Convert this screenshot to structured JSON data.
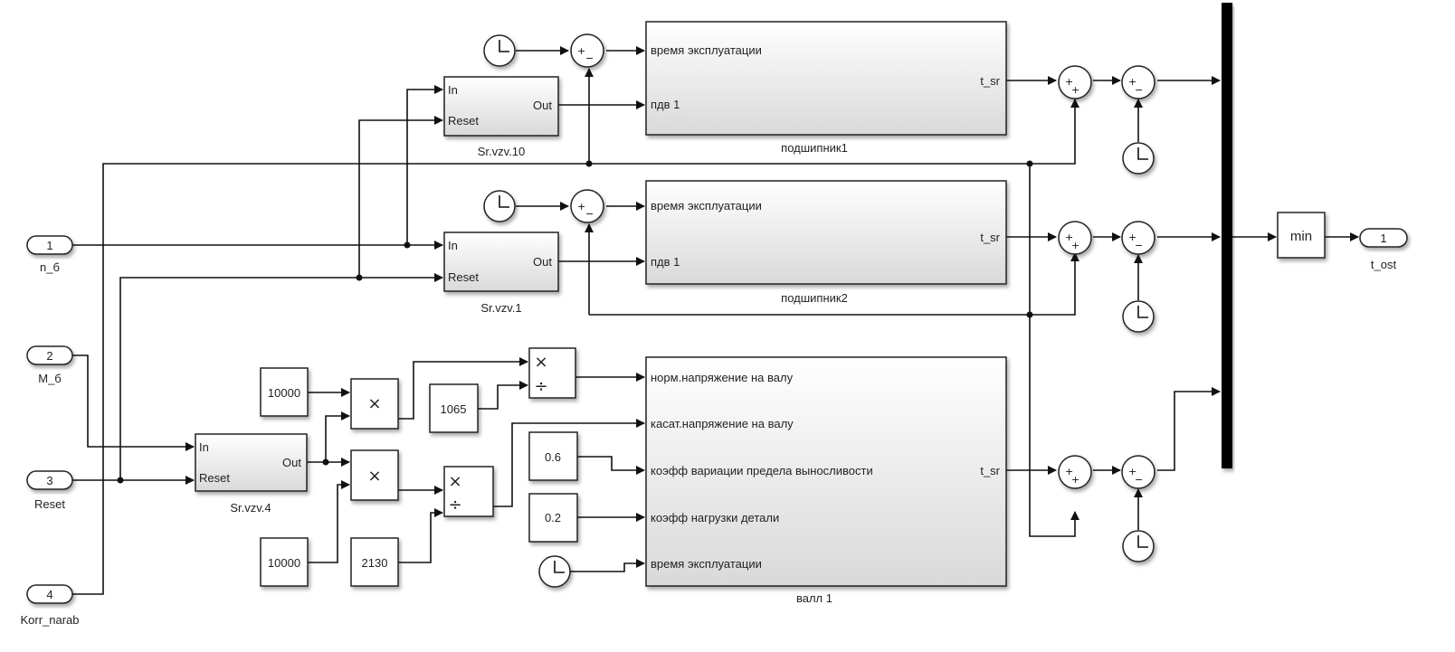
{
  "model": {
    "inports": [
      {
        "number": "1",
        "name": "n_б"
      },
      {
        "number": "2",
        "name": "M_б"
      },
      {
        "number": "3",
        "name": "Reset"
      },
      {
        "number": "4",
        "name": "Korr_narab"
      }
    ],
    "outports": [
      {
        "number": "1",
        "name": "t_ost"
      }
    ],
    "averaging_blocks": [
      {
        "name": "Sr.vzv.10",
        "in_port": "In",
        "reset_port": "Reset",
        "out_port": "Out"
      },
      {
        "name": "Sr.vzv.1",
        "in_port": "In",
        "reset_port": "Reset",
        "out_port": "Out"
      },
      {
        "name": "Sr.vzv.4",
        "in_port": "In",
        "reset_port": "Reset",
        "out_port": "Out"
      }
    ],
    "subsystems": [
      {
        "name": "подшипник1",
        "inputs": [
          "время эксплуатации",
          "пдв 1"
        ],
        "output": "t_sr"
      },
      {
        "name": "подшипник2",
        "inputs": [
          "время эксплуатации",
          "пдв 1"
        ],
        "output": "t_sr"
      },
      {
        "name": "валл 1",
        "inputs": [
          "норм.напряжение на валу",
          "касат.напряжение на валу",
          "коэфф вариации  предела выносливости",
          "коэфф нагрузки детали",
          "время эксплуатации"
        ],
        "output": "t_sr"
      }
    ],
    "constants": {
      "c1": "10000",
      "c2": "10000",
      "c3": "1065",
      "c4": "2130",
      "c5": "0.6",
      "c6": "0.2"
    },
    "product_symbol": "×",
    "divide_symbol": "÷",
    "min_label": "min",
    "sum_plus": "+",
    "sum_minus": "−"
  }
}
